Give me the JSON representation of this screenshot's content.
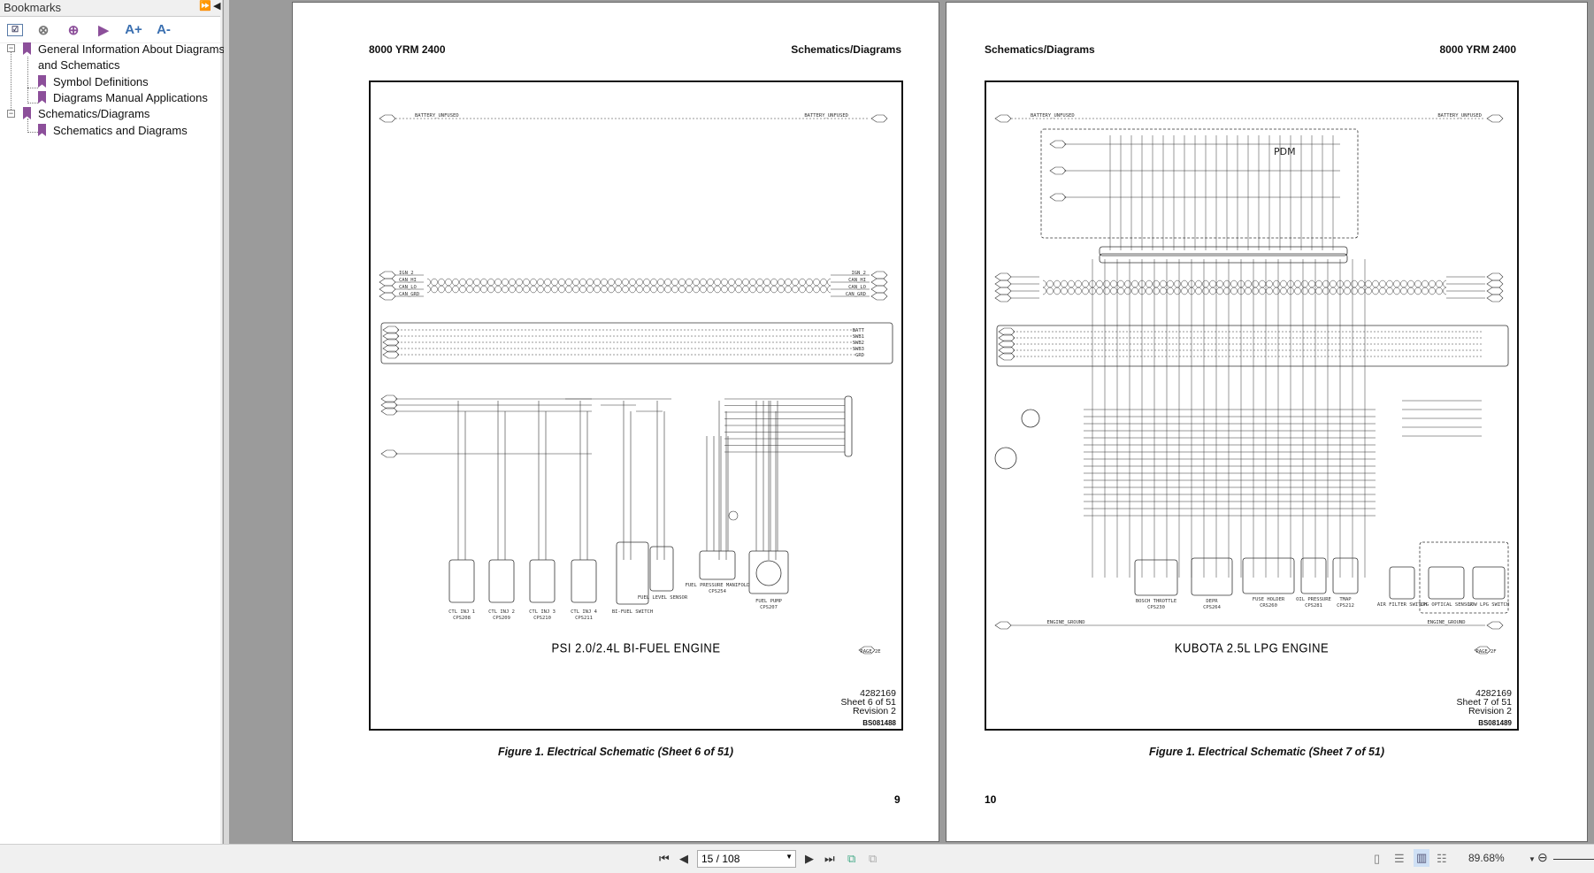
{
  "sidebar": {
    "title": "Bookmarks",
    "toolbar": [
      "expand-all",
      "delete-bookmark",
      "add-bookmark",
      "goto-bookmark",
      "font-larger",
      "font-smaller"
    ],
    "font_larger": "A+",
    "font_smaller": "A-",
    "items": [
      {
        "label": "General Information About Diagrams",
        "label2": "and Schematics"
      },
      {
        "label": "Symbol Definitions"
      },
      {
        "label": "Diagrams Manual Applications"
      },
      {
        "label": "Schematics/Diagrams"
      },
      {
        "label": "Schematics and  Diagrams"
      }
    ]
  },
  "pages": [
    {
      "header_left": "8000 YRM 2400",
      "header_right": "Schematics/Diagrams",
      "title": "PSI  2.0/2.4L  BI-FUEL  ENGINE",
      "page_tag": "PAGE-2E",
      "doc": "4282169",
      "sheet": "Sheet 6 of 51",
      "revision": "Revision 2",
      "code": "BS081488",
      "caption": "Figure 1. Electrical Schematic (Sheet 6 of 51)",
      "page_number": "9",
      "components": [
        "CTL INJ 1",
        "CTL INJ 2",
        "CTL INJ 3",
        "CTL INJ 4",
        "BI-FUEL SWITCH",
        "FUEL LEVEL SENSOR",
        "FUEL PRESSURE MANIFOLD",
        "FUEL PUMP"
      ],
      "connectors": [
        "CPS208",
        "CPS209",
        "CPS210",
        "CPS211",
        "",
        "",
        "CPS254",
        "CPS207"
      ],
      "bus": [
        "BATTERY_UNFUSED",
        "IGN_2",
        "CAN_HI",
        "CAN_LO",
        "CAN_GRD",
        "BATT",
        "SWB1",
        "SWB2",
        "SWB3",
        "GRD"
      ]
    },
    {
      "header_left": "Schematics/Diagrams",
      "header_right": "8000 YRM 2400",
      "title": "KUBOTA  2.5L  LPG  ENGINE",
      "page_tag": "PAGE-2F",
      "doc": "4282169",
      "sheet": "Sheet 7 of 51",
      "revision": "Revision 2",
      "code": "BS081489",
      "caption": "Figure 1. Electrical Schematic (Sheet 7 of 51)",
      "page_number": "10",
      "pdm": "PDM",
      "components": [
        "BOSCH THROTTLE",
        "DEPR",
        "FUSE HOLDER",
        "OIL PRESSURE",
        "TMAP",
        "AIR FILTER SWITCH",
        "LPG OPTICAL SENSOR",
        "LOW LPG SWITCH"
      ],
      "connectors": [
        "CPS230",
        "CPS264",
        "CRS260",
        "CPS281",
        "CPS212",
        "",
        "",
        ""
      ],
      "bus": [
        "BATTERY_UNFUSED",
        "ENGINE_GROUND"
      ]
    }
  ],
  "statusbar": {
    "page_input": "15 / 108",
    "zoom": "89.68%"
  },
  "colors": {
    "bookmark": "#8c4f9a",
    "background": "#9b9b9b"
  }
}
